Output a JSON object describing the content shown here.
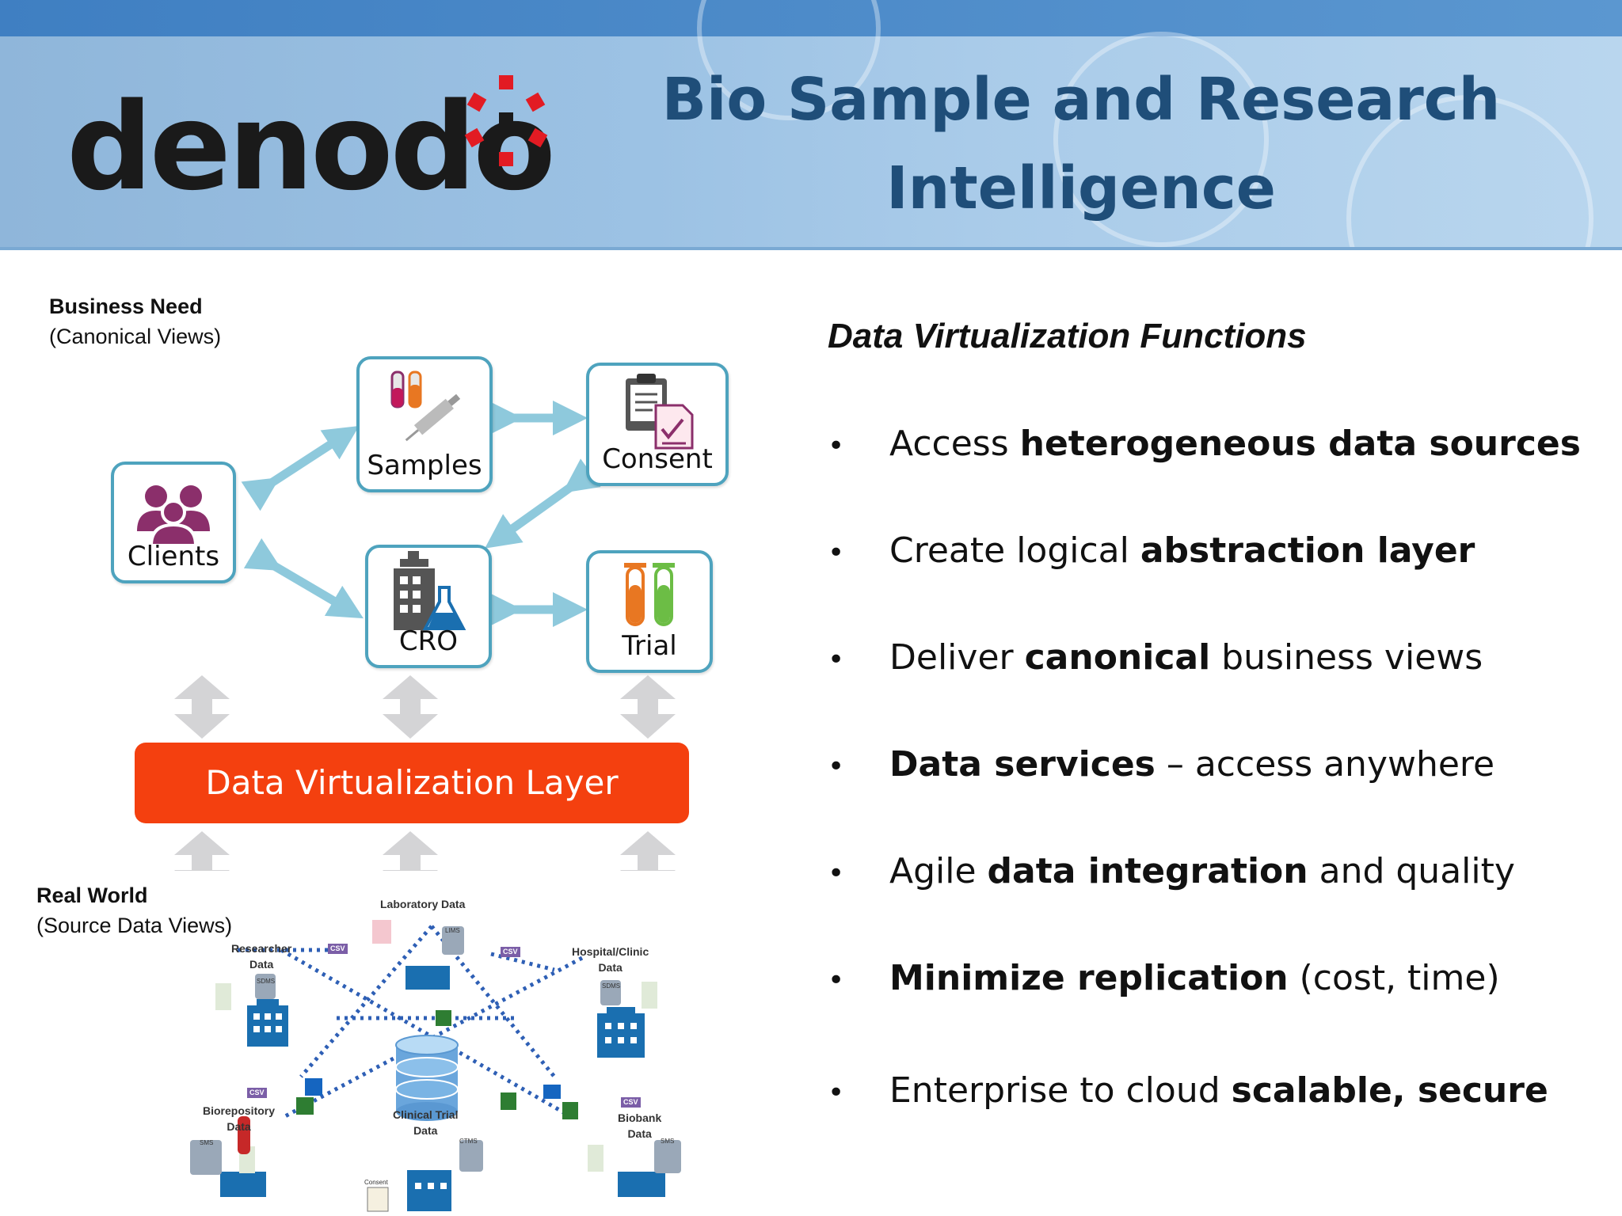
{
  "header": {
    "logo": "denodo",
    "title_line1": "Bio Sample and Research",
    "title_line2": "Intelligence"
  },
  "left": {
    "business_need": "Business Need",
    "business_need_sub": "(Canonical Views)",
    "nodes": {
      "clients": "Clients",
      "samples": "Samples",
      "consent": "Consent",
      "cro": "CRO",
      "trial": "Trial"
    },
    "dv_layer": "Data Virtualization Layer",
    "real_world": "Real World",
    "real_world_sub": "(Source Data Views)",
    "sources": {
      "laboratory": "Laboratory Data",
      "researcher_1": "Researcher",
      "researcher_2": "Data",
      "hospital_1": "Hospital/Clinic",
      "hospital_2": "Data",
      "biorepository_1": "Biorepository",
      "biorepository_2": "Data",
      "clinical_trial_1": "Clinical Trial",
      "clinical_trial_2": "Data",
      "biobank_1": "Biobank",
      "biobank_2": "Data",
      "tags": {
        "csv": "CSV",
        "lims": "LIMS",
        "sdms": "SDMS",
        "sms": "SMS",
        "ctms": "CTMS",
        "consent": "Consent"
      }
    }
  },
  "right": {
    "title": "Data Virtualization Functions",
    "bullet_char": "•",
    "bullets": [
      {
        "pre": "Access ",
        "bold": "heterogeneous data sources",
        "post": ""
      },
      {
        "pre": "Create logical ",
        "bold": "abstraction layer",
        "post": ""
      },
      {
        "pre": "Deliver ",
        "bold": "canonical",
        "post": " business views"
      },
      {
        "pre": "",
        "bold": "Data services",
        "post": " – access anywhere"
      },
      {
        "pre": "Agile ",
        "bold": "data integration",
        "post": " and quality"
      },
      {
        "pre": "",
        "bold": "Minimize replication",
        "post": " (cost, time)"
      },
      {
        "pre": "Enterprise to cloud ",
        "bold": "scalable, secure",
        "post": ""
      }
    ]
  },
  "colors": {
    "title": "#1f4e79",
    "node_border": "#4ea3be",
    "dv_layer": "#f4400f",
    "arrow": "#8ec9dc",
    "logo_accent": "#e21b23"
  }
}
